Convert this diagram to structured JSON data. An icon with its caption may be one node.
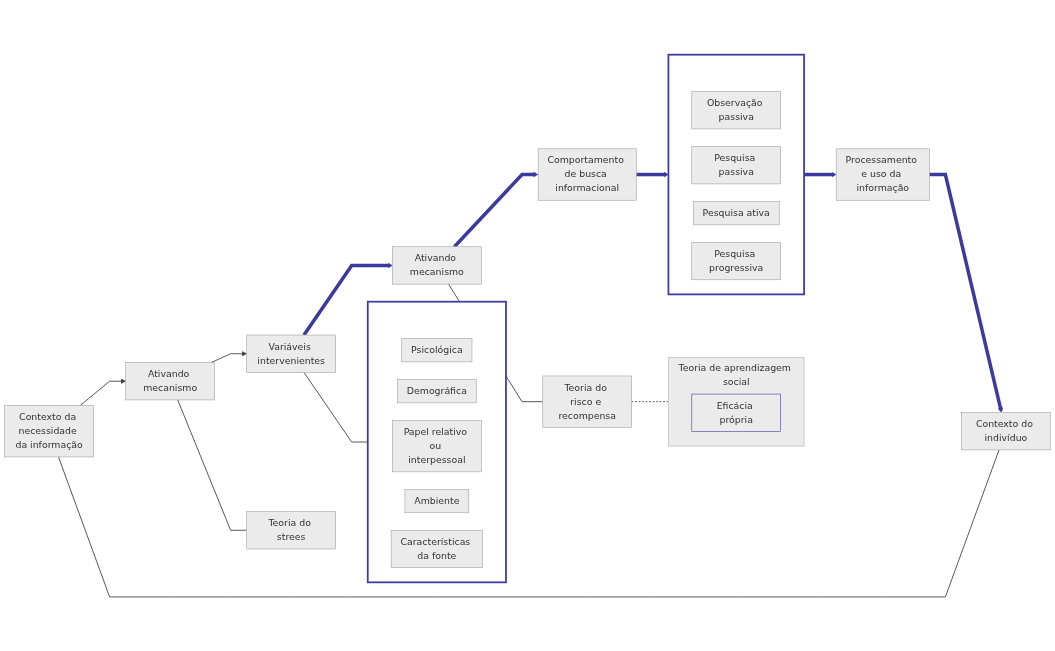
{
  "diagram": {
    "nodes": [
      {
        "text": [
          "Contexto da necessidade da informação"
        ]
      },
      {
        "text": [
          "Ativando mecanismo"
        ]
      },
      {
        "text": [
          "Variáveis intervenientes"
        ]
      },
      {
        "text": [
          "Ativando mecanismo"
        ]
      },
      {
        "text": [
          "Comportamento de busca informacional"
        ]
      },
      {
        "text": [
          "Contexto do indivíduo"
        ]
      },
      {
        "text": [
          "Teoria do strees"
        ]
      },
      {
        "text": [],
        "shape": "box"
      },
      {
        "text": [
          "Psicológica"
        ],
        "in": 7
      },
      {
        "text": [
          "Demográfica"
        ],
        "in": 7
      },
      {
        "text": [
          "Papel relativo ou interpessoal"
        ],
        "in": 7
      },
      {
        "text": [
          "Ambiente"
        ],
        "in": 7
      },
      {
        "text": [
          "Características da fonte"
        ],
        "in": 7
      },
      {
        "text": [
          "Teoria do risco e recompensa"
        ]
      },
      {
        "text": [
          "Teoria de aprendizagem social"
        ]
      },
      {
        "text": [
          "Eficácia própria"
        ],
        "in": 14
      },
      {
        "text": [],
        "shape": "box"
      },
      {
        "text": [
          "Observação passiva"
        ],
        "in": 16
      },
      {
        "text": [
          "Pesquisa passiva"
        ],
        "in": 16
      },
      {
        "text": [
          "Pesquisa ativa"
        ],
        "in": 16
      },
      {
        "text": [
          "Pesquisa progressiva"
        ],
        "in": 16
      },
      {
        "text": [
          "Processamento e uso da informação"
        ]
      }
    ],
    "edges": [
      {
        "from": 0,
        "to": 1,
        "arrow": "to"
      },
      {
        "from": 1,
        "to": 2,
        "arrow": "to"
      },
      {
        "from": 2,
        "to": 3,
        "arrow": "to",
        "style": "thick",
        "color": "#3a3a9f"
      },
      {
        "from": 3,
        "to": 4,
        "arrow": "to",
        "style": "thick",
        "color": "#3a3a9f"
      },
      {
        "from": 0,
        "to": 5,
        "arrow": "none"
      },
      {
        "from": 1,
        "to": 6,
        "arrow": "none"
      },
      {
        "from": 2,
        "to": 7,
        "arrow": "none"
      },
      {
        "from": 3,
        "to": 13,
        "arrow": "none"
      },
      {
        "from": 13,
        "to": 14,
        "arrow": "none",
        "style": "dashed"
      },
      {
        "from": 4,
        "to": 16,
        "arrow": "to",
        "style": "thick",
        "color": "#3a3a9f"
      },
      {
        "from": 16,
        "to": 21,
        "arrow": "to",
        "style": "thick",
        "color": "#3a3a9f"
      },
      {
        "from": 21,
        "to": 5,
        "arrow": "to",
        "style": "thick",
        "color": "#3a3a9f"
      }
    ]
  }
}
